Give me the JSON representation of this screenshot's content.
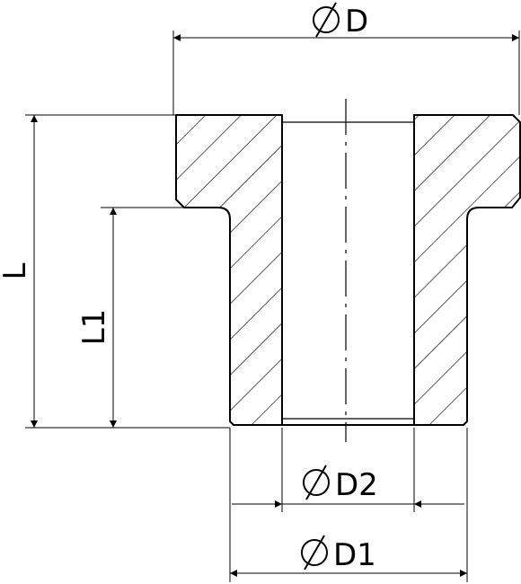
{
  "labels": {
    "outer_diameter": "D",
    "bore_diameter": "D2",
    "shank_diameter": "D1",
    "total_length": "L",
    "shank_length": "L1"
  },
  "colors": {
    "line": "#000000",
    "background": "#ffffff"
  },
  "icons": {
    "diameter_symbol": "diameter-icon"
  }
}
